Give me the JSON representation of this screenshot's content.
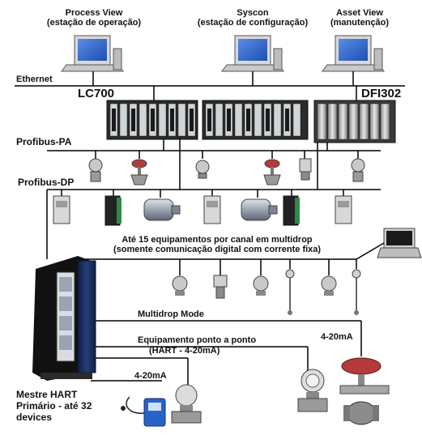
{
  "stations": {
    "process_view": {
      "title": "Process View",
      "subtitle": "(estação de operação)"
    },
    "syscon": {
      "title": "Syscon",
      "subtitle": "(estação de configuração)"
    },
    "asset_view": {
      "title": "Asset View",
      "subtitle": "(manutenção)"
    }
  },
  "networks": {
    "ethernet": "Ethernet",
    "profibus_pa": "Profibus-PA",
    "profibus_dp": "Profibus-DP",
    "multidrop_mode": "Multidrop Mode"
  },
  "controllers": {
    "lc700": "LC700",
    "dfi302": "DFI302"
  },
  "multidrop_note": {
    "line1": "Até 15 equipamentos por canal em multidrop",
    "line2": "(somente comunicação digital com corrente fixa)"
  },
  "point_to_point": {
    "line1": "Equipamento ponto a ponto",
    "line2": "(HART - 4-20mA)"
  },
  "current_labels": {
    "left": "4-20mA",
    "right": "4-20mA"
  },
  "master": {
    "line1": "Mestre HART",
    "line2": "Primário - até 32",
    "line3": "devices"
  },
  "colors": {
    "line": "#000000",
    "rack": "#2b2b2b",
    "module_green": "#2f8a4a",
    "master_blue": "#1b2f5e",
    "monitor_blue": "#2a63c8"
  }
}
